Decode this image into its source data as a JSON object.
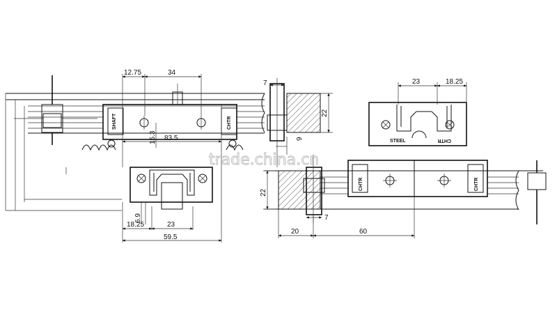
{
  "watermark": "trade.china.cn",
  "left_view": {
    "dims": {
      "d_12_75": "12.75",
      "d_34": "34",
      "d_83_5": "83.5",
      "d_15_3": "15.3",
      "d_6_9": "6.9",
      "d_18_25": "18.25",
      "d_23": "23",
      "d_59_5": "59.5"
    },
    "labels": {
      "shaft_left": "SHAFT",
      "chtr_left": "CHTR"
    }
  },
  "mid_view": {
    "dims": {
      "d_7": "7",
      "d_22": "22",
      "d_9": "9"
    }
  },
  "right_view": {
    "dims": {
      "d_23": "23",
      "d_18_25": "18.25",
      "d_22": "22",
      "d_7": "7",
      "d_20": "20",
      "d_60": "60"
    },
    "labels": {
      "steel": "STEEL",
      "chtr_rev": "CHTR",
      "chtr_side": "CHTR",
      "chtr_side2": "CHTR"
    }
  }
}
